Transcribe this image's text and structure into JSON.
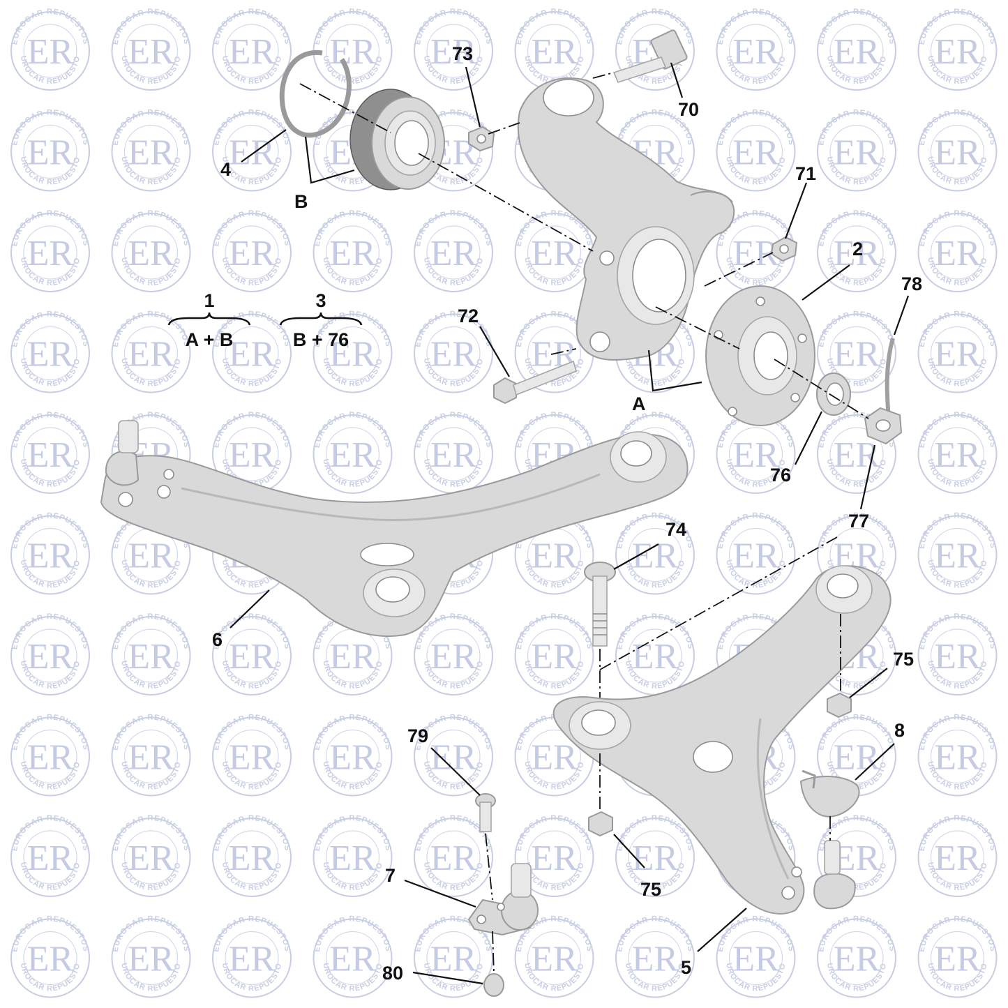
{
  "callouts": {
    "c73": "73",
    "c70": "70",
    "c4": "4",
    "cB": "B",
    "c71": "71",
    "c2": "2",
    "c78": "78",
    "c72": "72",
    "cA": "A",
    "c76": "76",
    "c77": "77",
    "c74": "74",
    "c6": "6",
    "c75a": "75",
    "c8": "8",
    "c79": "79",
    "c7": "7",
    "c75b": "75",
    "c80": "80",
    "c5": "5"
  },
  "kits": [
    {
      "number": "1",
      "contents": "A + B"
    },
    {
      "number": "3",
      "contents": "B + 76"
    }
  ],
  "watermark": {
    "letters": "ER",
    "ring_text": "EUROCAR REPUESTOS",
    "color": "#c5cbe2"
  },
  "colors": {
    "part_fill": "#d9d9d9",
    "part_stroke": "#9a9a9a",
    "leader": "#111111"
  }
}
